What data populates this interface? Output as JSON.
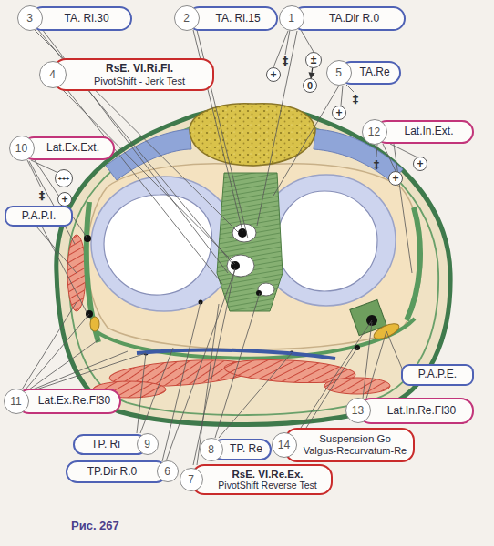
{
  "diagram": {
    "caption": "Рис. 267",
    "nodes": [
      {
        "text": [
          "TA. Ri.30"
        ]
      },
      {
        "text": [
          "3"
        ],
        "in": 0
      },
      {
        "text": [
          "TA. Ri.15"
        ]
      },
      {
        "text": [
          "2"
        ],
        "in": 2
      },
      {
        "text": [
          "TA.Dir R.0"
        ]
      },
      {
        "text": [
          "1"
        ],
        "in": 4
      },
      {
        "text": [
          "RsE. Vl.Ri.Fl.",
          "PivotShift - Jerk Test"
        ]
      },
      {
        "text": [
          "4"
        ],
        "in": 6
      },
      {
        "text": [
          "TA.Re"
        ]
      },
      {
        "text": [
          "5"
        ],
        "in": 8
      },
      {
        "text": [
          "±"
        ]
      },
      {
        "text": [
          "0"
        ]
      },
      {
        "text": [
          "+"
        ]
      },
      {
        "text": [
          "+"
        ]
      },
      {
        "text": [
          "Lat.In.Ext."
        ]
      },
      {
        "text": [
          "12"
        ],
        "in": 14
      },
      {
        "text": [
          "Lat.Ex.Ext."
        ]
      },
      {
        "text": [
          "10"
        ],
        "in": 16
      },
      {
        "text": [
          "+++"
        ]
      },
      {
        "text": [
          "+"
        ]
      },
      {
        "text": [
          "+"
        ]
      },
      {
        "text": [
          "+"
        ]
      },
      {
        "text": [
          "P.A.P.I."
        ]
      },
      {
        "text": [
          "P.A.P.E."
        ]
      },
      {
        "text": [
          "Lat.In.Re.Fl30"
        ]
      },
      {
        "text": [
          "13"
        ],
        "in": 24
      },
      {
        "text": [
          "Lat.Ex.Re.Fl30"
        ]
      },
      {
        "text": [
          "11"
        ],
        "in": 26
      },
      {
        "text": [
          "TP. Re"
        ]
      },
      {
        "text": [
          "8"
        ],
        "in": 28
      },
      {
        "text": [
          "Suspension Go",
          "Valgus-Recurvatum-Re"
        ]
      },
      {
        "text": [
          "14"
        ],
        "in": 30
      },
      {
        "text": [
          "TP. Ri"
        ]
      },
      {
        "text": [
          "9"
        ],
        "in": 32
      },
      {
        "text": [
          "TP.Dir R.0"
        ]
      },
      {
        "text": [
          "6"
        ],
        "in": 34
      },
      {
        "text": [
          "RsE. Vl.Re.Ex.",
          "PivotShift Reverse Test"
        ]
      },
      {
        "text": [
          "7"
        ],
        "in": 36
      }
    ],
    "edges": [
      {
        "from": 10,
        "to": 11,
        "arrow": "to"
      }
    ],
    "labels": [
      "‡",
      "‡",
      "‡",
      "‡"
    ]
  }
}
